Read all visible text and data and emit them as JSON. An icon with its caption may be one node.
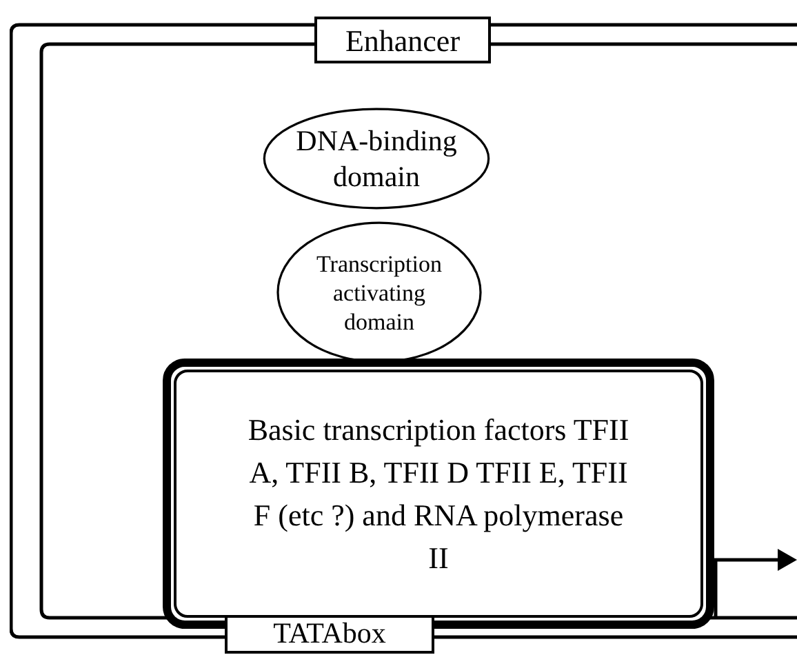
{
  "diagram": {
    "nodes": [
      {
        "text": [
          "Enhancer"
        ]
      },
      {
        "text": [
          "DNA-binding domain"
        ]
      },
      {
        "text": [
          "Transcription activating domain"
        ]
      },
      {
        "text": [
          "Basic transcription factors TFII A, TFII B, TFII D TFII E, TFII F (etc ?) and RNA polymerase II"
        ]
      },
      {
        "text": [
          "TATAbox"
        ]
      }
    ]
  }
}
